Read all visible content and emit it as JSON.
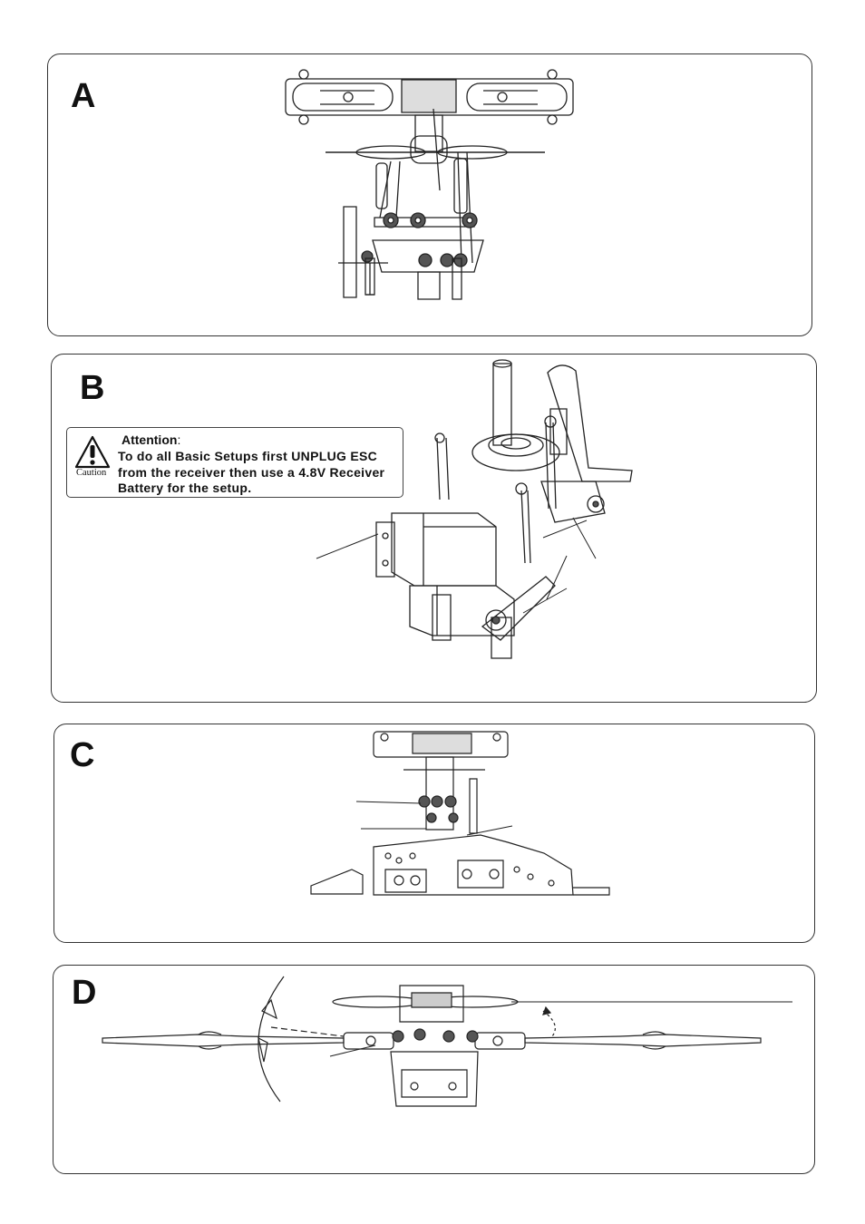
{
  "panels": {
    "a": {
      "letter": "A"
    },
    "b": {
      "letter": "B",
      "notice": {
        "title": "Attention",
        "colon": ":",
        "caution_label": "Caution",
        "text": "To do all Basic Setups first UNPLUG ESC from the receiver then use a 4.8V Receiver Battery for the setup."
      }
    },
    "c": {
      "letter": "C"
    },
    "d": {
      "letter": "D"
    }
  },
  "icons": {
    "caution": "warning-triangle-icon"
  },
  "colors": {
    "line": "#222222",
    "border": "#333333",
    "background": "#ffffff"
  }
}
